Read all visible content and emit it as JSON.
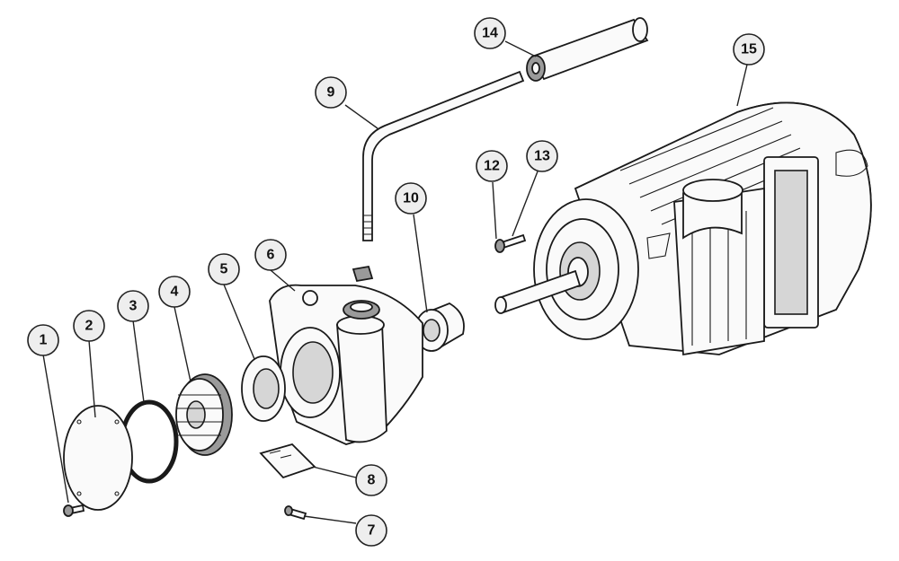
{
  "callouts": [
    {
      "id": "1",
      "label": "1"
    },
    {
      "id": "2",
      "label": "2"
    },
    {
      "id": "3",
      "label": "3"
    },
    {
      "id": "4",
      "label": "4"
    },
    {
      "id": "5",
      "label": "5"
    },
    {
      "id": "6",
      "label": "6"
    },
    {
      "id": "7",
      "label": "7"
    },
    {
      "id": "8",
      "label": "8"
    },
    {
      "id": "9",
      "label": "9"
    },
    {
      "id": "10",
      "label": "10"
    },
    {
      "id": "12",
      "label": "12"
    },
    {
      "id": "13",
      "label": "13"
    },
    {
      "id": "14",
      "label": "14"
    },
    {
      "id": "15",
      "label": "15"
    }
  ]
}
